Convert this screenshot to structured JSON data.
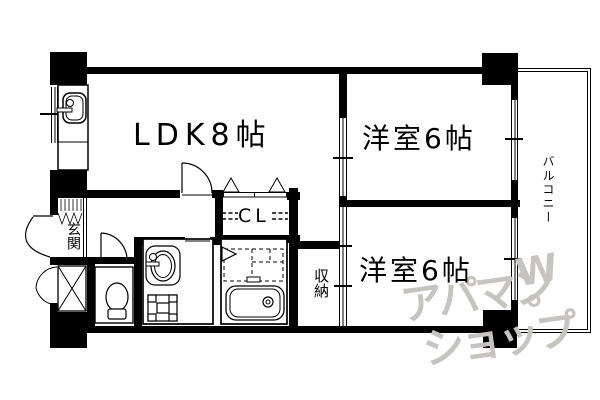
{
  "plan": {
    "rooms": {
      "ldk": {
        "label": "LDK8帖"
      },
      "bedroom1": {
        "label": "洋室6帖"
      },
      "bedroom2": {
        "label": "洋室6帖"
      },
      "closet": {
        "label": "CL"
      },
      "storage": {
        "label": "収納"
      },
      "entrance": {
        "label": "玄関"
      },
      "balcony": {
        "label": "バルコニー"
      }
    },
    "fixtures": [
      "kitchen-sink",
      "meter-box",
      "toilet",
      "vanity-basin",
      "washer-pan",
      "bathtub",
      "entrance-tile"
    ],
    "watermark": {
      "line1": "アパマン",
      "line2": "ショップ",
      "mark": "W",
      "dot": "°",
      "color": "#c7c4c0"
    },
    "colors": {
      "wall": "#000000",
      "background": "#ffffff"
    }
  }
}
